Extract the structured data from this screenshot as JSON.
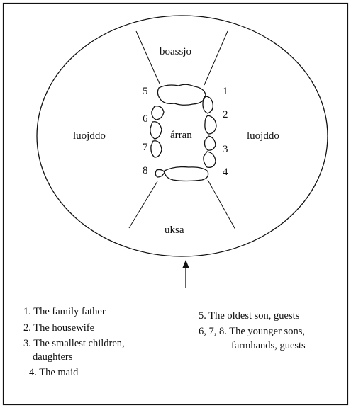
{
  "diagram": {
    "zones": {
      "top": "boassjo",
      "left": "luojddo",
      "right": "luojddo",
      "bottom": "uksa",
      "center": "árran"
    },
    "seat_numbers": [
      "1",
      "2",
      "3",
      "4",
      "5",
      "6",
      "7",
      "8"
    ]
  },
  "legend": {
    "left": [
      "1. The family father",
      "2. The housewife",
      "3. The smallest children,",
      "daughters",
      "4. The maid"
    ],
    "right": [
      "5. The oldest son, guests",
      "6, 7, 8. The younger sons,",
      "farmhands, guests"
    ]
  }
}
